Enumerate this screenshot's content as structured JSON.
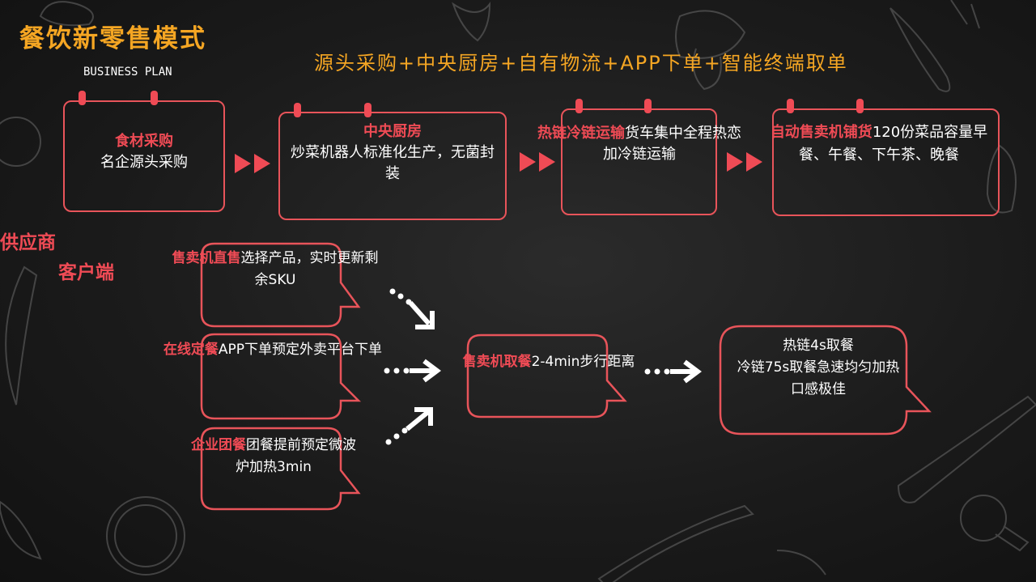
{
  "header": {
    "title": "餐饮新零售模式",
    "subtitle": "BUSINESS PLAN",
    "tagline": "源头采购+中央厨房+自有物流+APP下单+智能终端取单"
  },
  "side_labels": {
    "supplier": "供应商",
    "customer": "客户端"
  },
  "supply_chain": [
    {
      "title": "食材采购",
      "desc": "名企源头采购"
    },
    {
      "title": "中央厨房",
      "desc": "炒菜机器人标准化生产，无菌封装"
    },
    {
      "title": "热链冷链运输",
      "desc": "货车集中全程热恋加冷链运输"
    },
    {
      "title": "自动售卖机铺货",
      "desc": "120份菜品容量早餐、午餐、下午茶、晚餐"
    }
  ],
  "channels": [
    {
      "title": "售卖机直售",
      "desc": "选择产品，实时更新剩余SKU"
    },
    {
      "title": "在线定餐",
      "desc": "APP下单预定外卖平台下单"
    },
    {
      "title": "企业团餐",
      "desc": "团餐提前预定微波炉加热3min"
    }
  ],
  "pickup": {
    "title": "售卖机取餐",
    "desc": "2-4min步行距离"
  },
  "result": {
    "line1": "热链4s取餐",
    "line2": "冷链75s取餐急速均匀加热",
    "line3": "口感极佳"
  },
  "colors": {
    "accent_red": "#ef4b55",
    "accent_orange": "#f5a623",
    "background": "#1b1b1b"
  }
}
